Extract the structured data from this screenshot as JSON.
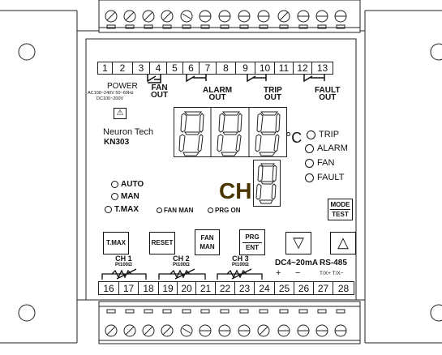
{
  "top_terminals": [
    "1",
    "2",
    "3",
    "4",
    "5",
    "6",
    "7",
    "8",
    "9",
    "10",
    "11",
    "12",
    "13"
  ],
  "bottom_terminals": [
    "16",
    "17",
    "18",
    "19",
    "20",
    "21",
    "22",
    "23",
    "24",
    "25",
    "26",
    "27",
    "28"
  ],
  "power": {
    "label": "POWER",
    "spec_ac": "AC100~240V 50~60Hz",
    "spec_dc": "DC100~200V"
  },
  "output_labels": {
    "fan": {
      "line1": "FAN",
      "line2": "OUT"
    },
    "alarm": {
      "line1": "ALARM",
      "line2": "OUT"
    },
    "trip": {
      "line1": "TRIP",
      "line2": "OUT"
    },
    "fault": {
      "line1": "FAULT",
      "line2": "OUT"
    }
  },
  "warning_symbol": "⚠",
  "brand": "Neuron Tech",
  "model": "KN303",
  "unit": "°C",
  "status_indicators": [
    "TRIP",
    "ALARM",
    "FAN",
    "FAULT"
  ],
  "mode_indicators": [
    "AUTO",
    "MAN",
    "T.MAX"
  ],
  "small_indicators": [
    "FAN MAN",
    "PRG ON"
  ],
  "ch_label": "CH",
  "mode_test": {
    "line1": "MODE",
    "line2": "TEST"
  },
  "buttons": {
    "tmax": "T.MAX",
    "reset": "RESET",
    "fan_man": {
      "line1": "FAN",
      "line2": "MAN"
    },
    "prg_ent": {
      "line1": "PRG",
      "line2": "ENT"
    },
    "down": "▽",
    "up": "△"
  },
  "channels": [
    {
      "name": "CH 1",
      "sensor": "Pt100Ω"
    },
    {
      "name": "CH 2",
      "sensor": "Pt100Ω"
    },
    {
      "name": "CH 3",
      "sensor": "Pt100Ω"
    }
  ],
  "analog": {
    "label": "DC4~20mA",
    "plus": "+",
    "minus": "−"
  },
  "rs485": {
    "label": "RS-485",
    "pins": "T/X+ T/X−"
  }
}
